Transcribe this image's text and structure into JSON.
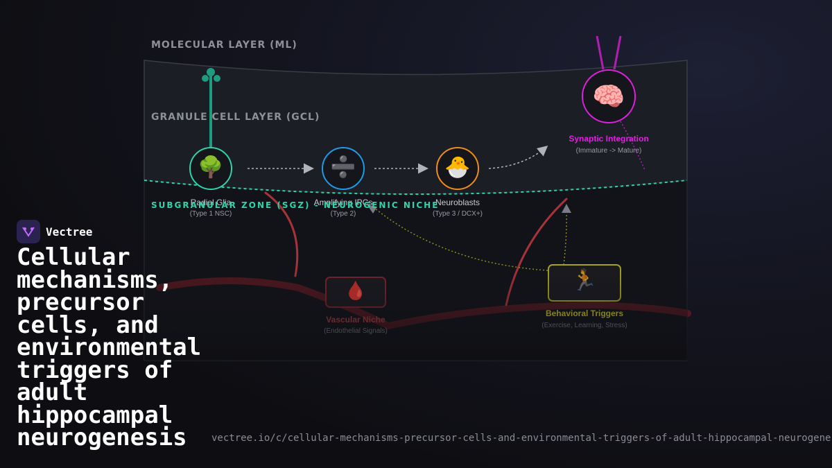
{
  "layers": {
    "ml": "MOLECULAR LAYER (ML)",
    "gcl": "GRANULE CELL LAYER (GCL)",
    "sgz": "SUBGRANULAR ZONE (SGZ) - NEUROGENIC NICHE"
  },
  "nodes": {
    "radial_glia": {
      "label": "Radial Glia",
      "sub": "(Type 1 NSC)",
      "icon": "🌳",
      "color": "#2ed3a8"
    },
    "ipcs": {
      "label": "Amplifying IPCs",
      "sub": "(Type 2)",
      "icon": "➗",
      "color": "#1e9be8"
    },
    "neuroblasts": {
      "label": "Neuroblasts",
      "sub": "(Type 3 / DCX+)",
      "icon": "🐣",
      "color": "#f08c1a"
    },
    "synaptic": {
      "label": "Synaptic Integration",
      "sub": "(Immature -> Mature)",
      "icon": "🧠",
      "color": "#e020e0"
    },
    "vascular": {
      "label": "Vascular Niche",
      "sub": "(Endothelial Signals)",
      "icon": "🩸",
      "color": "#8b2430"
    },
    "behavioral": {
      "label": "Behavioral Triggers",
      "sub": "(Exercise, Learning, Stress)",
      "icon": "🏃",
      "color": "#a6a41f"
    }
  },
  "brand": {
    "name": "Vectree"
  },
  "title": "Cellular mechanisms, precursor cells, and environmental triggers of adult hippocampal neurogenesis",
  "url": "vectree.io/c/cellular-mechanisms-precursor-cells-and-environmental-triggers-of-adult-hippocampal-neurogenesis"
}
